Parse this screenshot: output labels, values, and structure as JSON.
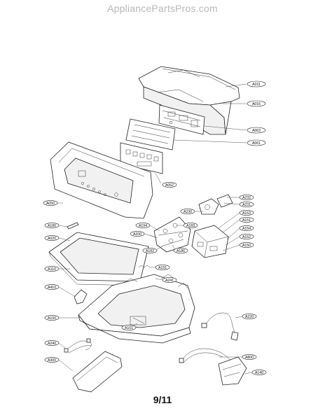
{
  "header": {
    "watermark": "AppliancePartsPros.com"
  },
  "footer": {
    "page_number": "9/11"
  },
  "callouts": {
    "A011": "A011",
    "A016": "A016",
    "A063": "A063",
    "A061": "A061",
    "A062": "A062",
    "A050": "A050",
    "A232": "A232",
    "A231": "A231",
    "A230": "A230",
    "A153": "A153",
    "A151": "A151",
    "A154": "A154",
    "A152": "A152",
    "A150": "A150",
    "A180": "A180",
    "A194": "A194",
    "A183": "A183",
    "A020": "A020",
    "A200": "A200",
    "A182": "A182",
    "A186": "A186",
    "A110": "A110",
    "A191": "A191",
    "A241": "A241",
    "A410": "A410",
    "A100": "A100",
    "A220": "A220",
    "A101": "A101",
    "A240": "A240",
    "A300": "A300",
    "A800": "A800",
    "A140": "A140"
  }
}
